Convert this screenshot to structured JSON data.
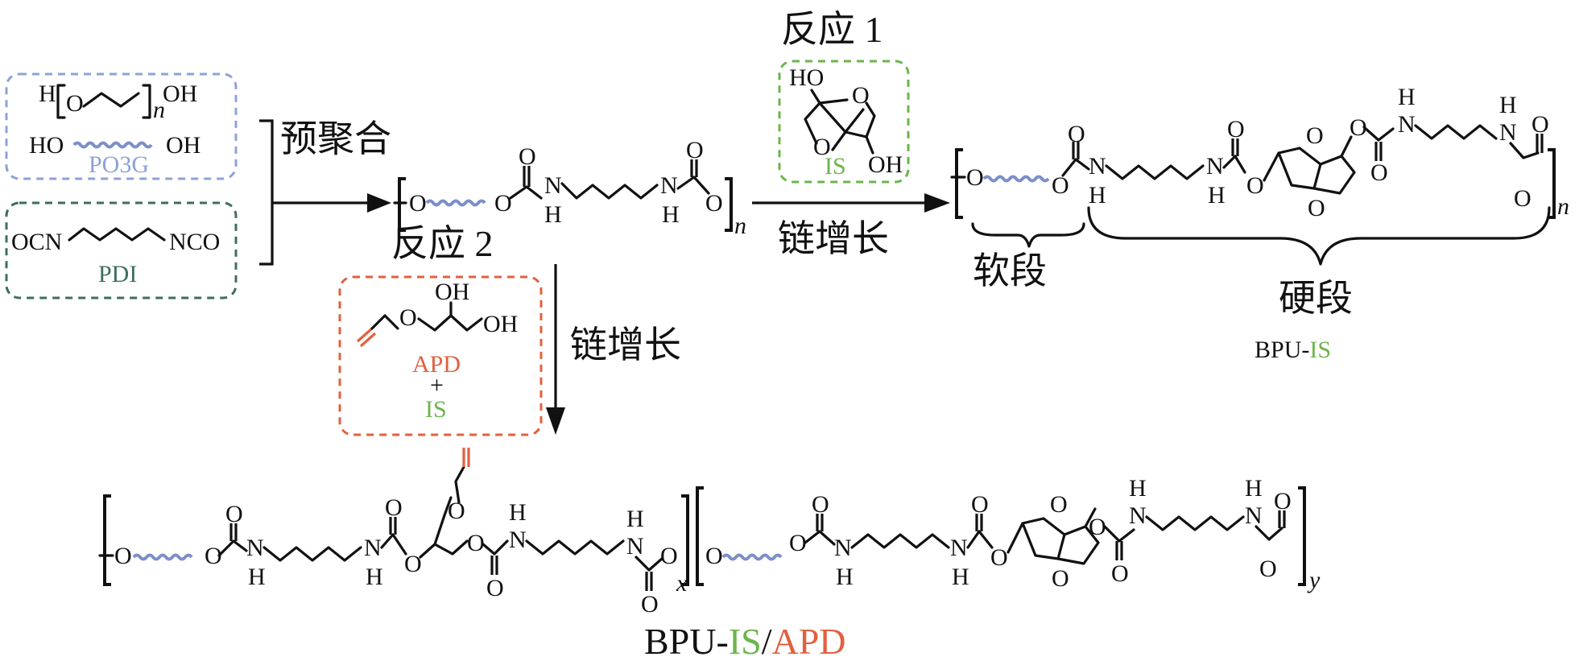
{
  "colors": {
    "ink": "#111111",
    "po3g_box": "#8ea2d6",
    "pdi_box": "#3c6e5f",
    "is_box": "#6bb54c",
    "apd_box": "#e2603f",
    "soft_wave": "#7b8fc8"
  },
  "reagents": {
    "po3g": {
      "h": "H",
      "oh": "OH",
      "sub_n": "n",
      "o": "O",
      "ho": "HO",
      "oh2": "OH",
      "name": "PO3G"
    },
    "pdi": {
      "ocn": "OCN",
      "nco": "NCO",
      "name": "PDI"
    },
    "is": {
      "ho": "HO",
      "oh": "OH",
      "o1": "O",
      "o2": "O",
      "name": "IS"
    },
    "apd": {
      "oh1": "OH",
      "oh2": "OH",
      "o": "O",
      "name": "APD",
      "plus": "+",
      "is_name": "IS"
    }
  },
  "steps": {
    "prepolymerization": "预聚合",
    "reaction1": "反应 1",
    "reaction2": "反应 2",
    "chain_extension_1": "链增长",
    "chain_extension_2": "链增长"
  },
  "atoms": {
    "O": "O",
    "N": "N",
    "H": "H"
  },
  "subscripts": {
    "n": "n",
    "x": "x",
    "y": "y"
  },
  "labels": {
    "soft_segment": "软段",
    "hard_segment": "硬段"
  },
  "products": {
    "bpu_is": {
      "prefix": "BPU-",
      "is": "IS"
    },
    "bpu_is_apd": {
      "prefix": "BPU-",
      "is": "IS",
      "slash": "/",
      "apd": "APD"
    }
  }
}
